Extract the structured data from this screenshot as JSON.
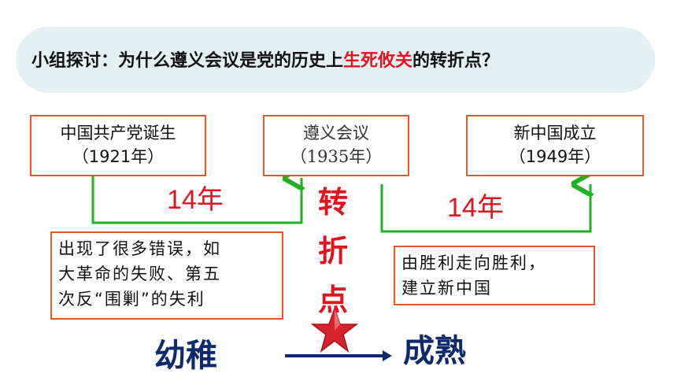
{
  "question": {
    "prefix": "小组探讨：为什么遵义会议是党的历史上",
    "highlight": "生死攸关",
    "suffix": "的转折点？"
  },
  "events": [
    {
      "name": "中国共产党诞生",
      "year": "（1921年）"
    },
    {
      "name": "遵义会议",
      "year": "（1935年）"
    },
    {
      "name": "新中国成立",
      "year": "（1949年）"
    }
  ],
  "intervals": [
    "14年",
    "14年"
  ],
  "turning_point": [
    "转",
    "折",
    "点"
  ],
  "notes": {
    "left": [
      "出现了很多错误，如",
      "大革命的失败、第五",
      "次反“围剿”的失利"
    ],
    "right": [
      "由胜利走向胜利，",
      "建立新中国"
    ]
  },
  "maturity": {
    "from": "幼稚",
    "to": "成熟"
  },
  "colors": {
    "accent": "#e0141c",
    "arrow_green": "#22b024",
    "box_border": "#e0572c",
    "navy": "#0e2a6b"
  }
}
